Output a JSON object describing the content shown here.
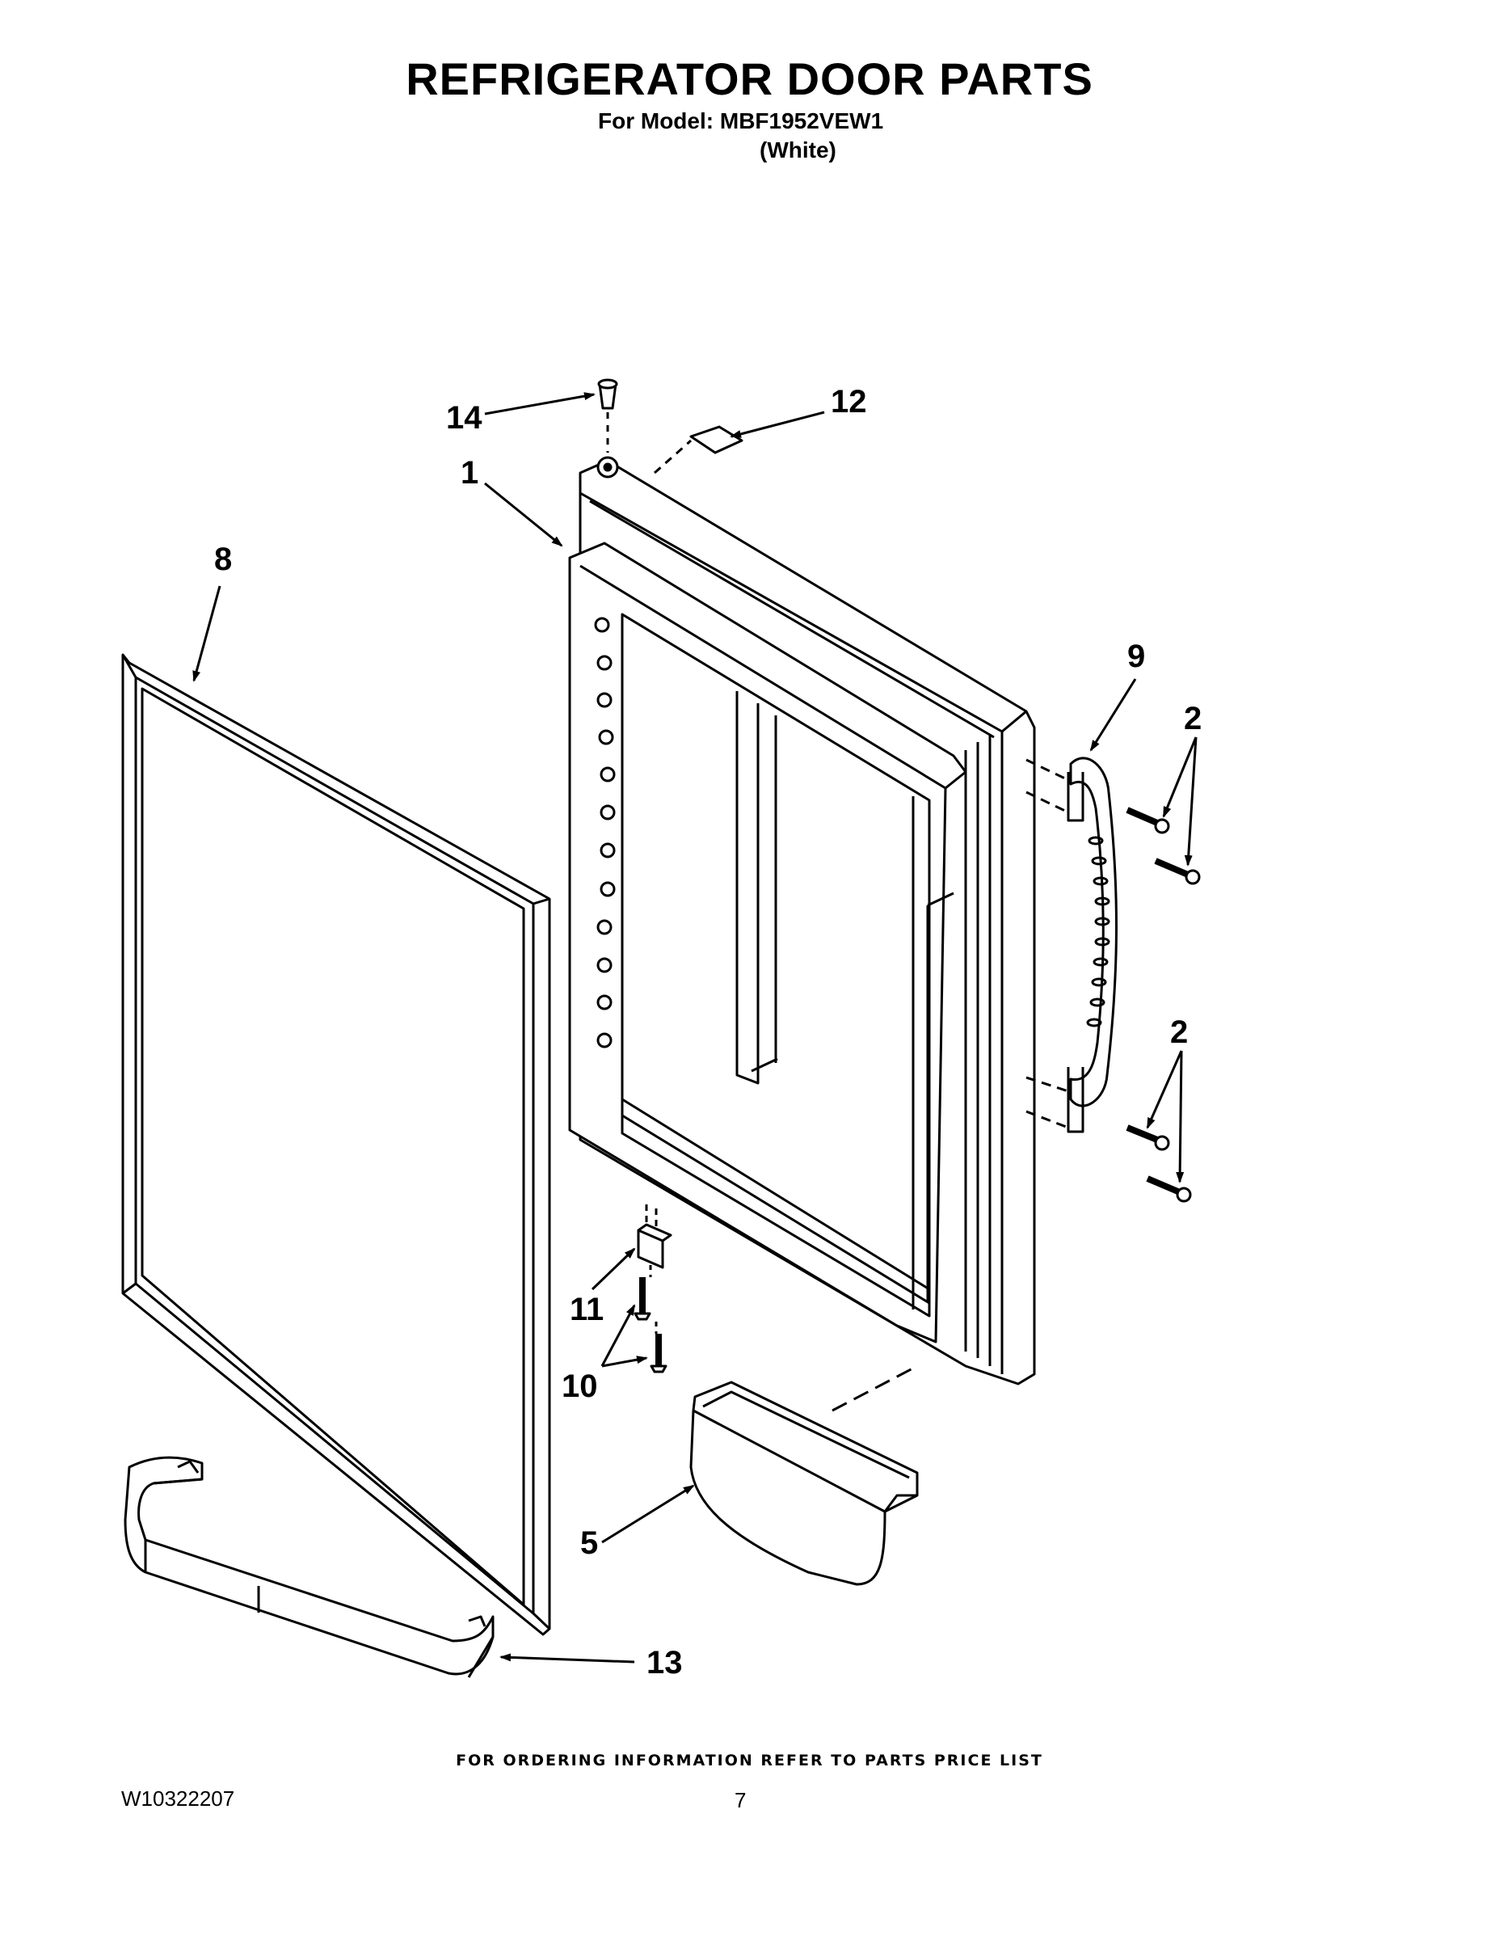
{
  "header": {
    "title": "REFRIGERATOR DOOR PARTS",
    "model_line": "For Model: MBF1952VEW1",
    "color_line": "(White)"
  },
  "callouts": [
    {
      "id": "c14",
      "label": "14",
      "part": "door cap plug"
    },
    {
      "id": "c12",
      "label": "12",
      "part": "door gasket label"
    },
    {
      "id": "c1",
      "label": "1",
      "part": "door assembly"
    },
    {
      "id": "c8",
      "label": "8",
      "part": "door gasket"
    },
    {
      "id": "c9",
      "label": "9",
      "part": "door handle"
    },
    {
      "id": "c2a",
      "label": "2",
      "part": "handle screws upper"
    },
    {
      "id": "c2b",
      "label": "2",
      "part": "handle screws lower"
    },
    {
      "id": "c11",
      "label": "11",
      "part": "door stop bracket"
    },
    {
      "id": "c10",
      "label": "10",
      "part": "screws"
    },
    {
      "id": "c5",
      "label": "5",
      "part": "door bin"
    },
    {
      "id": "c13",
      "label": "13",
      "part": "bottom shelf rail"
    }
  ],
  "footer": {
    "ordering_note": "FOR ORDERING INFORMATION REFER TO PARTS PRICE LIST",
    "doc_number": "W10322207",
    "page_number": "7"
  }
}
